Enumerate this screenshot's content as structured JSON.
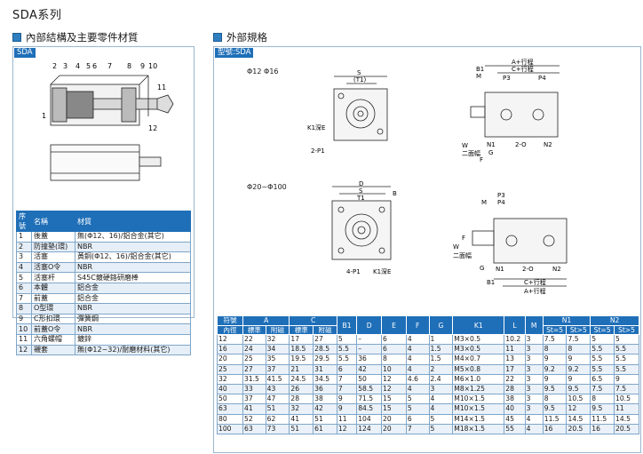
{
  "page_title": "SDA系列",
  "left_section": {
    "heading": "內部結構及主要零件材質",
    "tag": "SDA",
    "callouts": [
      "2",
      "3",
      "4",
      "5",
      "6",
      "7",
      "8",
      "9",
      "10",
      "1",
      "11",
      "12"
    ],
    "table": {
      "headers": [
        "序號",
        "名稱",
        "材質"
      ],
      "rows": [
        [
          "1",
          "後蓋",
          "無(Φ12、16)/鋁合金(其它)"
        ],
        [
          "2",
          "防撞墊(環)",
          "NBR"
        ],
        [
          "3",
          "活塞",
          "黃銅(Φ12、16)/鋁合金(其它)"
        ],
        [
          "4",
          "活塞O令",
          "NBR"
        ],
        [
          "5",
          "活塞杆",
          "S45C鍍硬鉻研磨棒"
        ],
        [
          "6",
          "本體",
          "鋁合金"
        ],
        [
          "7",
          "前蓋",
          "鋁合金"
        ],
        [
          "8",
          "O型環",
          "NBR"
        ],
        [
          "9",
          "C形扣環",
          "彈簧鋼"
        ],
        [
          "10",
          "前蓋O令",
          "NBR"
        ],
        [
          "11",
          "六角螺帽",
          "鍍鋅"
        ],
        [
          "12",
          "襯套",
          "無(Φ12~32)/耐磨材料(其它)"
        ]
      ]
    }
  },
  "right_section": {
    "heading": "外部規格",
    "tag": "型號:SDA",
    "size_small": "Φ12 Φ16",
    "size_large": "Φ20~Φ100",
    "small_labels": {
      "S": "S",
      "T1": "(T1)",
      "K1": "K1深E",
      "P1": "2-P1",
      "B1": "B1",
      "M": "M",
      "A": "A+行程",
      "C": "C+行程",
      "P3": "P3",
      "P4": "P4",
      "W": "W",
      "twoside": "二面幅",
      "F": "F",
      "G": "G",
      "N1": "N1",
      "O": "2-O",
      "N2": "N2"
    },
    "large_labels": {
      "D": "D",
      "S": "S",
      "T1": "T1",
      "B": "B",
      "P1": "4-P1",
      "K1": "K1深E",
      "M": "M",
      "P3": "P3",
      "P4": "P4",
      "W": "W",
      "twoside": "二面幅",
      "F": "F",
      "G": "G",
      "N1": "N1",
      "O": "2-O",
      "N2": "N2",
      "B1": "B1",
      "C": "C+行程",
      "A": "A+行程"
    },
    "spec_table": {
      "group_headers": [
        "符號",
        "A",
        "C",
        "B1",
        "D",
        "E",
        "F",
        "G",
        "K1",
        "L",
        "M",
        "N1",
        "N2"
      ],
      "sub_headers": [
        "內徑",
        "標準",
        "附磁",
        "標準",
        "附磁",
        "St=5",
        "St>5",
        "St=5",
        "St>5"
      ],
      "rows": [
        [
          "12",
          "22",
          "32",
          "17",
          "27",
          "5",
          "–",
          "6",
          "4",
          "1",
          "M3×0.5",
          "10.2",
          "3",
          "7.5",
          "7.5",
          "5",
          "5"
        ],
        [
          "16",
          "24",
          "34",
          "18.5",
          "28.5",
          "5.5",
          "–",
          "6",
          "4",
          "1.5",
          "M3×0.5",
          "11",
          "3",
          "8",
          "8",
          "5.5",
          "5.5"
        ],
        [
          "20",
          "25",
          "35",
          "19.5",
          "29.5",
          "5.5",
          "36",
          "8",
          "4",
          "1.5",
          "M4×0.7",
          "13",
          "3",
          "9",
          "9",
          "5.5",
          "5.5"
        ],
        [
          "25",
          "27",
          "37",
          "21",
          "31",
          "6",
          "42",
          "10",
          "4",
          "2",
          "M5×0.8",
          "17",
          "3",
          "9.2",
          "9.2",
          "5.5",
          "5.5"
        ],
        [
          "32",
          "31.5",
          "41.5",
          "24.5",
          "34.5",
          "7",
          "50",
          "12",
          "4.6",
          "2.4",
          "M6×1.0",
          "22",
          "3",
          "9",
          "9",
          "6.5",
          "9"
        ],
        [
          "40",
          "33",
          "43",
          "26",
          "36",
          "7",
          "58.5",
          "12",
          "4",
          "3",
          "M8×1.25",
          "28",
          "3",
          "9.5",
          "9.5",
          "7.5",
          "7.5"
        ],
        [
          "50",
          "37",
          "47",
          "28",
          "38",
          "9",
          "71.5",
          "15",
          "5",
          "4",
          "M10×1.5",
          "38",
          "3",
          "8",
          "10.5",
          "8",
          "10.5"
        ],
        [
          "63",
          "41",
          "51",
          "32",
          "42",
          "9",
          "84.5",
          "15",
          "5",
          "4",
          "M10×1.5",
          "40",
          "3",
          "9.5",
          "12",
          "9.5",
          "11"
        ],
        [
          "80",
          "52",
          "62",
          "41",
          "51",
          "11",
          "104",
          "20",
          "6",
          "5",
          "M14×1.5",
          "45",
          "4",
          "11.5",
          "14.5",
          "11.5",
          "14.5"
        ],
        [
          "100",
          "63",
          "73",
          "51",
          "61",
          "12",
          "124",
          "20",
          "7",
          "5",
          "M18×1.5",
          "55",
          "4",
          "16",
          "20.5",
          "16",
          "20.5"
        ]
      ]
    }
  },
  "colors": {
    "accent": "#1f6fb8",
    "row_alt": "#e6eff8",
    "border": "#7fa6c9"
  }
}
